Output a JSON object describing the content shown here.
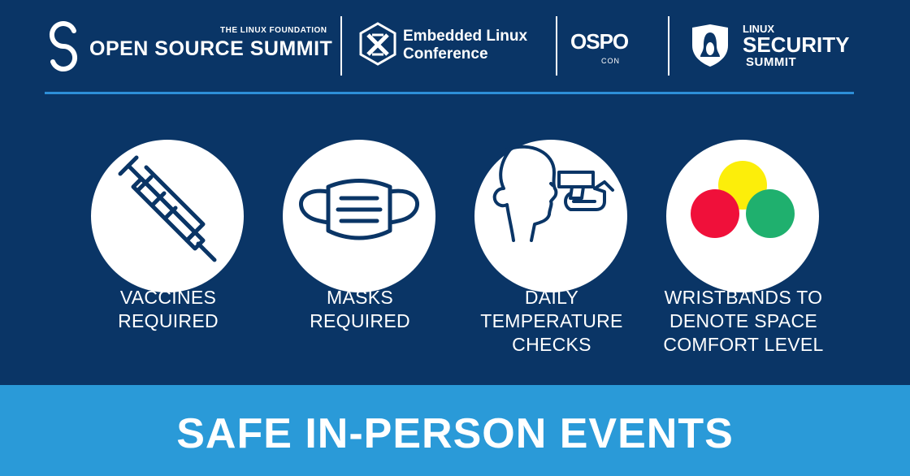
{
  "logos": {
    "open_source_summit": {
      "foundation": "THE LINUX FOUNDATION",
      "name": "OPEN SOURCE SUMMIT"
    },
    "embedded_linux_conference": {
      "line1": "Embedded Linux",
      "line2": "Conference"
    },
    "ospo_con": {
      "name": "OSPO",
      "sub": "CON"
    },
    "linux_security_summit": {
      "line1": "LINUX",
      "line2": "SECURITY",
      "line3": "SUMMIT"
    }
  },
  "items": [
    {
      "icon": "syringe-icon",
      "label": "VACCINES\nREQUIRED"
    },
    {
      "icon": "face-mask-icon",
      "label": "MASKS\nREQUIRED"
    },
    {
      "icon": "temperature-check-icon",
      "label": "DAILY\nTEMPERATURE\nCHECKS"
    },
    {
      "icon": "wristband-colors-icon",
      "label": "WRISTBANDS TO\nDENOTE SPACE\nCOMFORT LEVEL"
    }
  ],
  "wristband_colors": [
    "#fcee0a",
    "#f0103a",
    "#1fb06e"
  ],
  "banner": {
    "text": "SAFE IN-PERSON EVENTS"
  },
  "colors": {
    "background": "#0a3566",
    "banner": "#2a9ad8",
    "rule": "#2e8fd8",
    "icon_stroke": "#0a3566"
  }
}
